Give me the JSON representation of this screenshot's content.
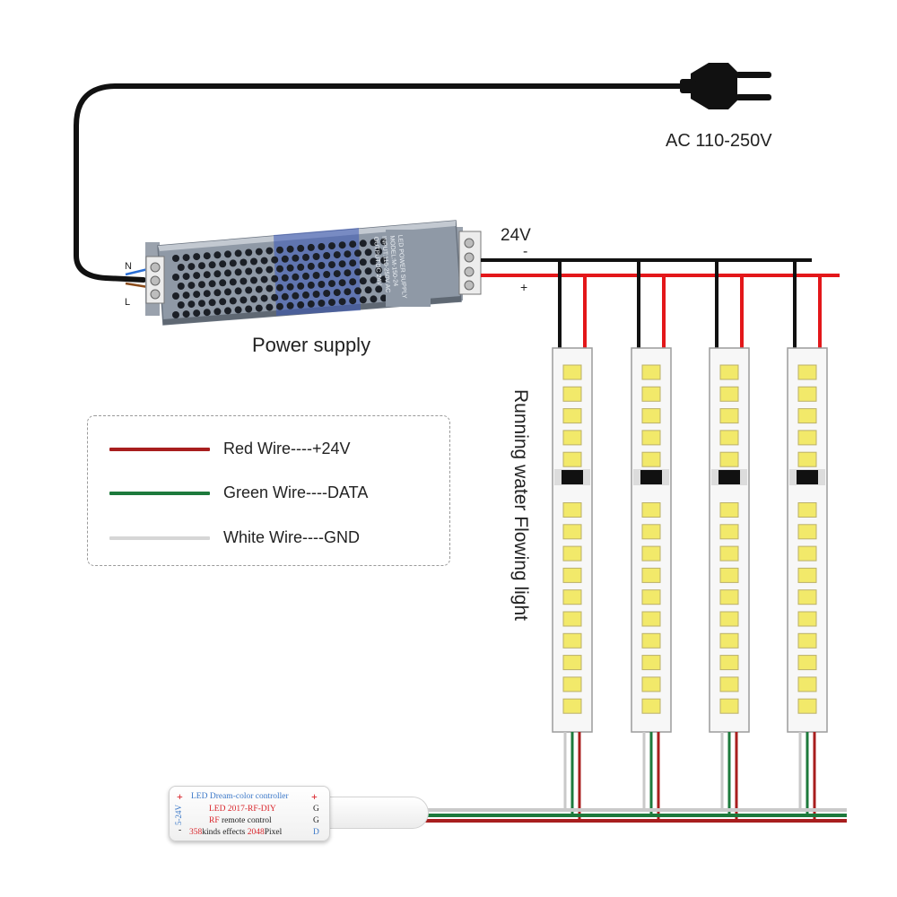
{
  "power_source": {
    "label": "AC 110-250V"
  },
  "power_supply": {
    "label": "Power supply",
    "input_terminals": [
      "N",
      "L"
    ],
    "case_text": [
      "LED POWER SUPPLY",
      "MODEL:M-150-24",
      "INPUT:110-250V AC",
      "OUTPUT:DC 24V"
    ]
  },
  "output": {
    "voltage": "24V",
    "minus": "-",
    "plus": "+"
  },
  "legend": [
    {
      "text": "Red Wire----+24V",
      "color": "#a81e1e"
    },
    {
      "text": "Green Wire----DATA",
      "color": "#1d7a3c"
    },
    {
      "text": "White Wire----GND",
      "color": "#d6d6d6"
    }
  ],
  "strip_label": "Running water Flowing light",
  "strip_count": 4,
  "controller": {
    "title": "LED Dream-color controller",
    "model": "LED 2017-RF-DIY",
    "remote_rf": "RF",
    "remote_text": " remote control",
    "effects_num": "358",
    "effects_text": "kinds effects ",
    "pixel_num": "2048",
    "pixel_text": "Pixel",
    "voltage": "5-24V",
    "pins": [
      "+",
      "G",
      "G",
      "D"
    ],
    "plus_left": "+",
    "minus_left": "-",
    "accent_color": "#d9252b",
    "blue_color": "#3b78c8"
  }
}
